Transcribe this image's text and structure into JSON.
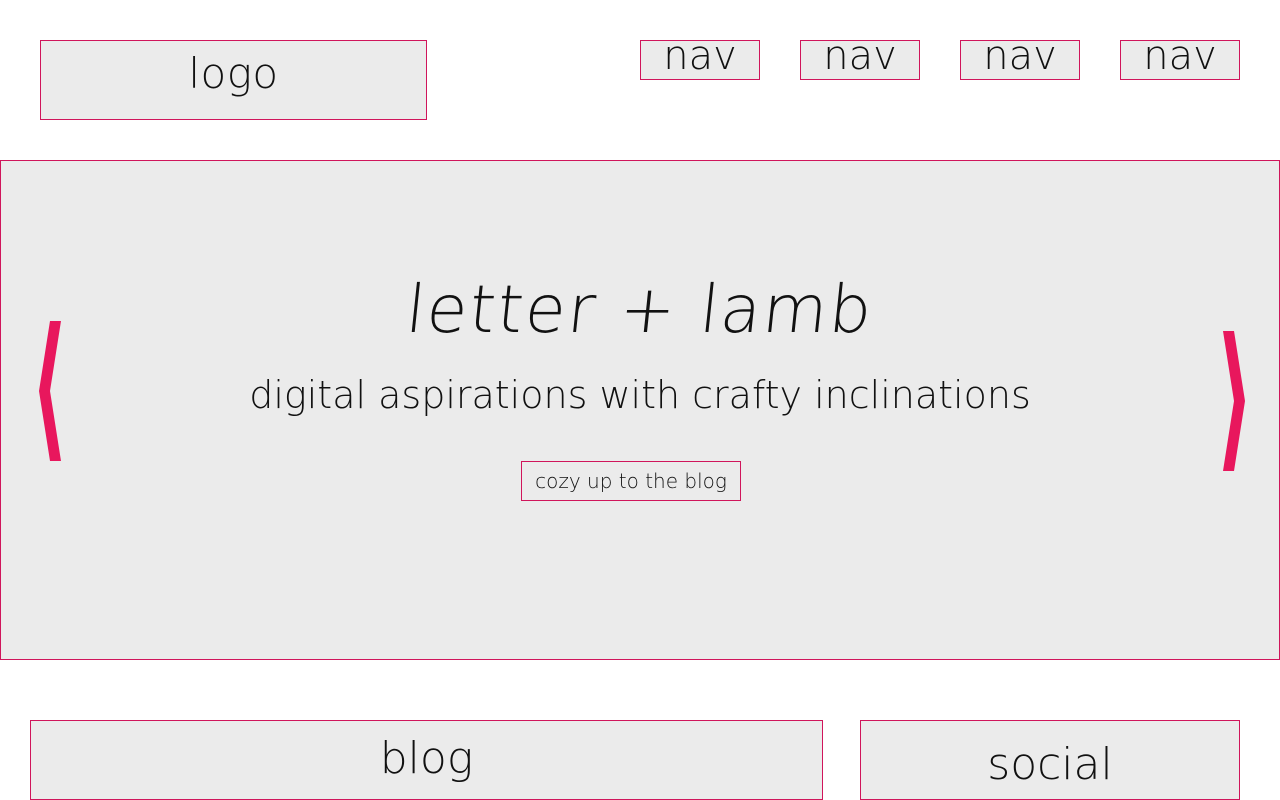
{
  "header": {
    "logo": "logo",
    "nav": [
      "nav",
      "nav",
      "nav",
      "nav"
    ]
  },
  "hero": {
    "title": "letter + lamb",
    "subtitle": "digital aspirations with crafty inclinations",
    "cta_label": "cozy up to the blog",
    "prev_icon": "chevron-left-icon",
    "next_icon": "chevron-right-icon"
  },
  "sections": {
    "blog": "blog",
    "social": "social"
  },
  "colors": {
    "accent": "#e8175d",
    "border": "#d0155b",
    "panel": "#ebebeb",
    "text": "#111111",
    "background": "#ffffff"
  }
}
